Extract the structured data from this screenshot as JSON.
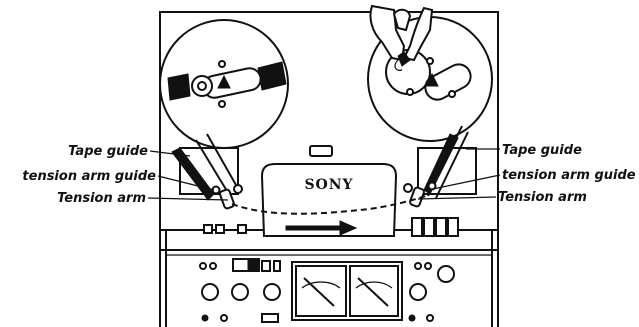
{
  "labels": {
    "left": {
      "tape_guide": "Tape guide",
      "tension_arm_guide": "tension arm guide",
      "tension_arm": "Tension arm"
    },
    "right": {
      "tape_guide": "Tape guide",
      "tension_arm_guide": "tension arm guide",
      "tension_arm": "Tension arm"
    }
  },
  "brand": "SONY",
  "icons": {
    "left_reel": "tape-reel-icon",
    "right_reel": "tape-reel-icon",
    "hands": "hands-threading-tape-icon",
    "arrow": "tape-direction-arrow-icon",
    "meters": "vu-meter-icon"
  }
}
